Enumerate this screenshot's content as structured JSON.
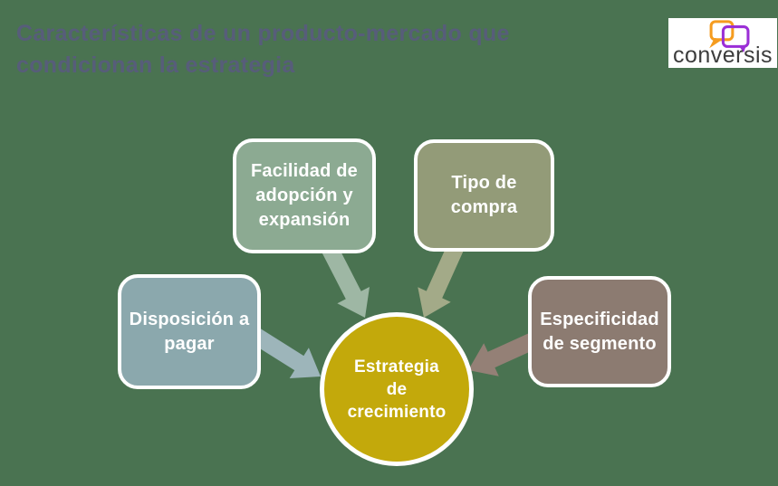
{
  "slide": {
    "title": "Características de un producto-mercado que\ncondicionan la estrategia",
    "title_color": "#575d7a",
    "background_color": "#4a7351"
  },
  "logo": {
    "wordmark": "conversis",
    "wordmark_color": "#3c3c3c",
    "bubble_left_color": "#f59c1f",
    "bubble_right_color": "#9b2fd6"
  },
  "diagram": {
    "center": {
      "label": "Estrategia\nde\ncrecimiento",
      "color": "#c3a90b"
    },
    "factors": [
      {
        "id": "facilidad",
        "label": "Facilidad de\nadopción y\nexpansión",
        "color": "#8caa92",
        "arrow_color": "#9eb7a4"
      },
      {
        "id": "tipo",
        "label": "Tipo de\ncompra",
        "color": "#939b78",
        "arrow_color": "#a3aa88"
      },
      {
        "id": "disposicion",
        "label": "Disposición a\npagar",
        "color": "#8ba8ad",
        "arrow_color": "#9db5ba"
      },
      {
        "id": "especificidad",
        "label": "Especificidad\nde segmento",
        "color": "#8c7b71",
        "arrow_color": "#948076"
      }
    ]
  }
}
